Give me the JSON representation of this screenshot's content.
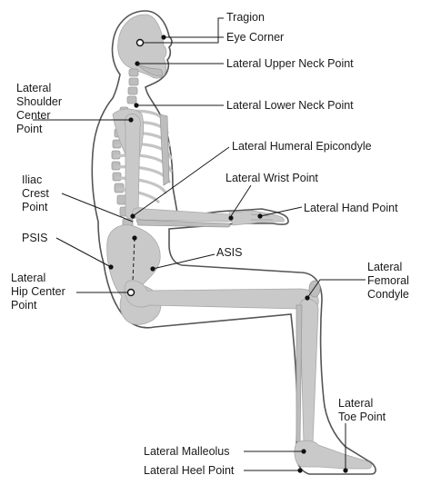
{
  "labels": {
    "tragion": "Tragion",
    "eye_corner": "Eye Corner",
    "lateral_upper_neck": "Lateral Upper Neck Point",
    "lateral_lower_neck": "Lateral Lower Neck Point",
    "lateral_shoulder": "Lateral\nShoulder\nCenter\nPoint",
    "lateral_humeral": "Lateral Humeral Epicondyle",
    "lateral_wrist": "Lateral Wrist Point",
    "lateral_hand": "Lateral Hand Point",
    "iliac_crest": "Iliac\nCrest\nPoint",
    "psis": "PSIS",
    "asis": "ASIS",
    "lateral_hip": "Lateral\nHip Center\nPoint",
    "lateral_femoral": "Lateral\nFemoral\nCondyle",
    "lateral_toe": "Lateral\nToe Point",
    "lateral_malleolus": "Lateral Malleolus",
    "lateral_heel": "Lateral Heel Point"
  }
}
